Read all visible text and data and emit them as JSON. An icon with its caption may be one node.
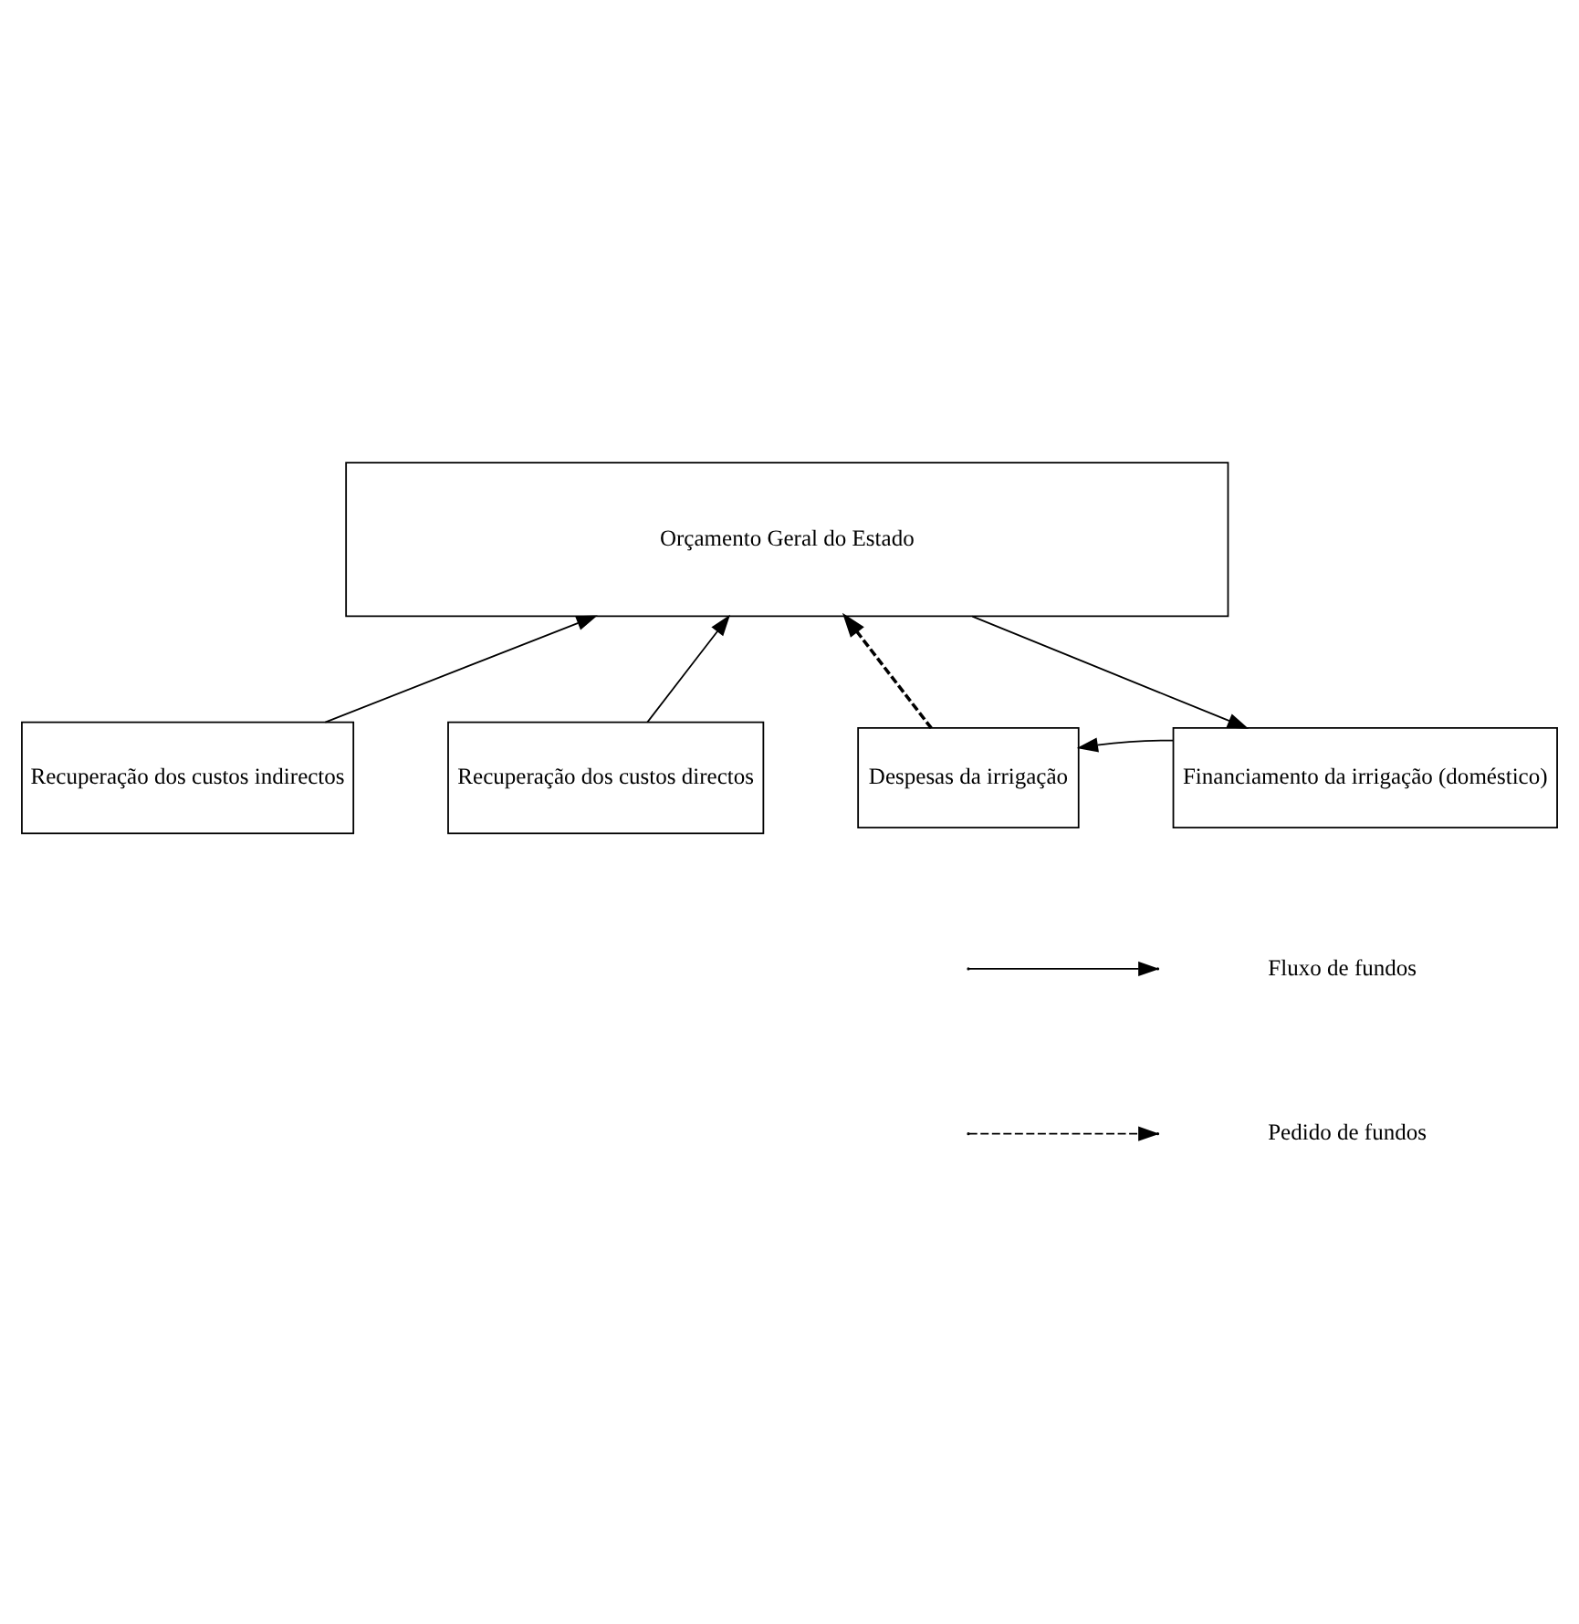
{
  "diagram": {
    "nodes": [
      {
        "text": [
          "Orçamento Geral do Estado"
        ]
      },
      {
        "text": [
          "Recuperação dos custos indirectos"
        ]
      },
      {
        "text": [
          "Recuperação dos custos directos"
        ]
      },
      {
        "text": [
          "Despesas da irrigação"
        ]
      },
      {
        "text": [
          "Financiamento da irrigação (doméstico)"
        ]
      }
    ],
    "edges": [
      {
        "from": 3,
        "to": 0,
        "arrow": "to",
        "style": "dashed"
      },
      {
        "from": 1,
        "to": 0,
        "arrow": "to"
      },
      {
        "from": 2,
        "to": 0,
        "arrow": "to"
      },
      {
        "from": 0,
        "to": 4,
        "arrow": "to"
      },
      {
        "from": 4,
        "to": 3,
        "arrow": "to"
      }
    ],
    "legend": [
      {
        "text": "Fluxo de fundos"
      },
      {
        "text": "Pedido de fundos"
      }
    ]
  }
}
